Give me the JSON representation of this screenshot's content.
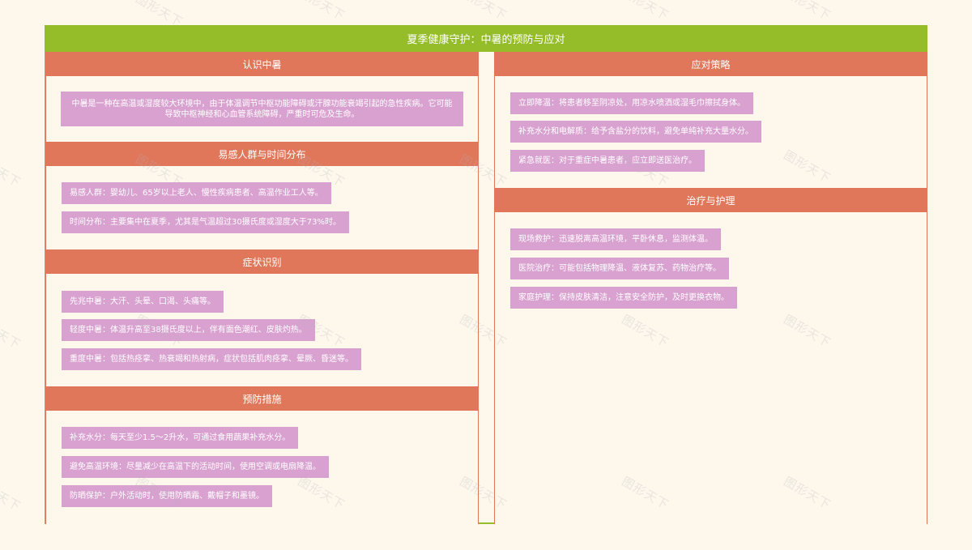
{
  "title": "夏季健康守护：中暑的预防与应对",
  "watermark": "图形天下",
  "colors": {
    "background": "#fef8ec",
    "title_bar": "#95bd29",
    "section_header": "#e0775a",
    "item_box": "#d8a1cf",
    "text": "#ffffff"
  },
  "left_column": {
    "sections": [
      {
        "heading": "认识中暑",
        "items": [
          "中暑是一种在高温或湿度较大环境中，由于体温调节中枢功能障碍或汗腺功能衰竭引起的急性疾病。它可能导致中枢神经和心血管系统障碍，严重时可危及生命。"
        ]
      },
      {
        "heading": "易感人群与时间分布",
        "items": [
          "易感人群：婴幼儿、65岁以上老人、慢性疾病患者、高温作业工人等。",
          "时间分布：主要集中在夏季，尤其是气温超过30摄氏度或湿度大于73%时。"
        ]
      },
      {
        "heading": "症状识别",
        "items": [
          "先兆中暑：大汗、头晕、口渴、头痛等。",
          "轻度中暑：体温升高至38摄氏度以上，伴有面色潮红、皮肤灼热。",
          "重度中暑：包括热痉挛、热衰竭和热射病，症状包括肌肉痉挛、晕厥、昏迷等。"
        ]
      },
      {
        "heading": "预防措施",
        "items": [
          "补充水分：每天至少1.5～2升水，可通过食用蔬果补充水分。",
          "避免高温环境：尽量减少在高温下的活动时间，使用空调或电扇降温。",
          "防晒保护：户外活动时，使用防晒霜、戴帽子和墨镜。"
        ]
      }
    ]
  },
  "right_column": {
    "sections": [
      {
        "heading": "应对策略",
        "items": [
          "立即降温：将患者移至阴凉处，用凉水喷洒或湿毛巾擦拭身体。",
          "补充水分和电解质：给予含盐分的饮料，避免单纯补充大量水分。",
          "紧急就医：对于重症中暑患者，应立即送医治疗。"
        ]
      },
      {
        "heading": "治疗与护理",
        "items": [
          "现场救护：迅速脱离高温环境，平卧休息，监测体温。",
          "医院治疗：可能包括物理降温、液体复苏、药物治疗等。",
          "家庭护理：保持皮肤清洁，注意安全防护，及时更换衣物。"
        ]
      }
    ]
  }
}
